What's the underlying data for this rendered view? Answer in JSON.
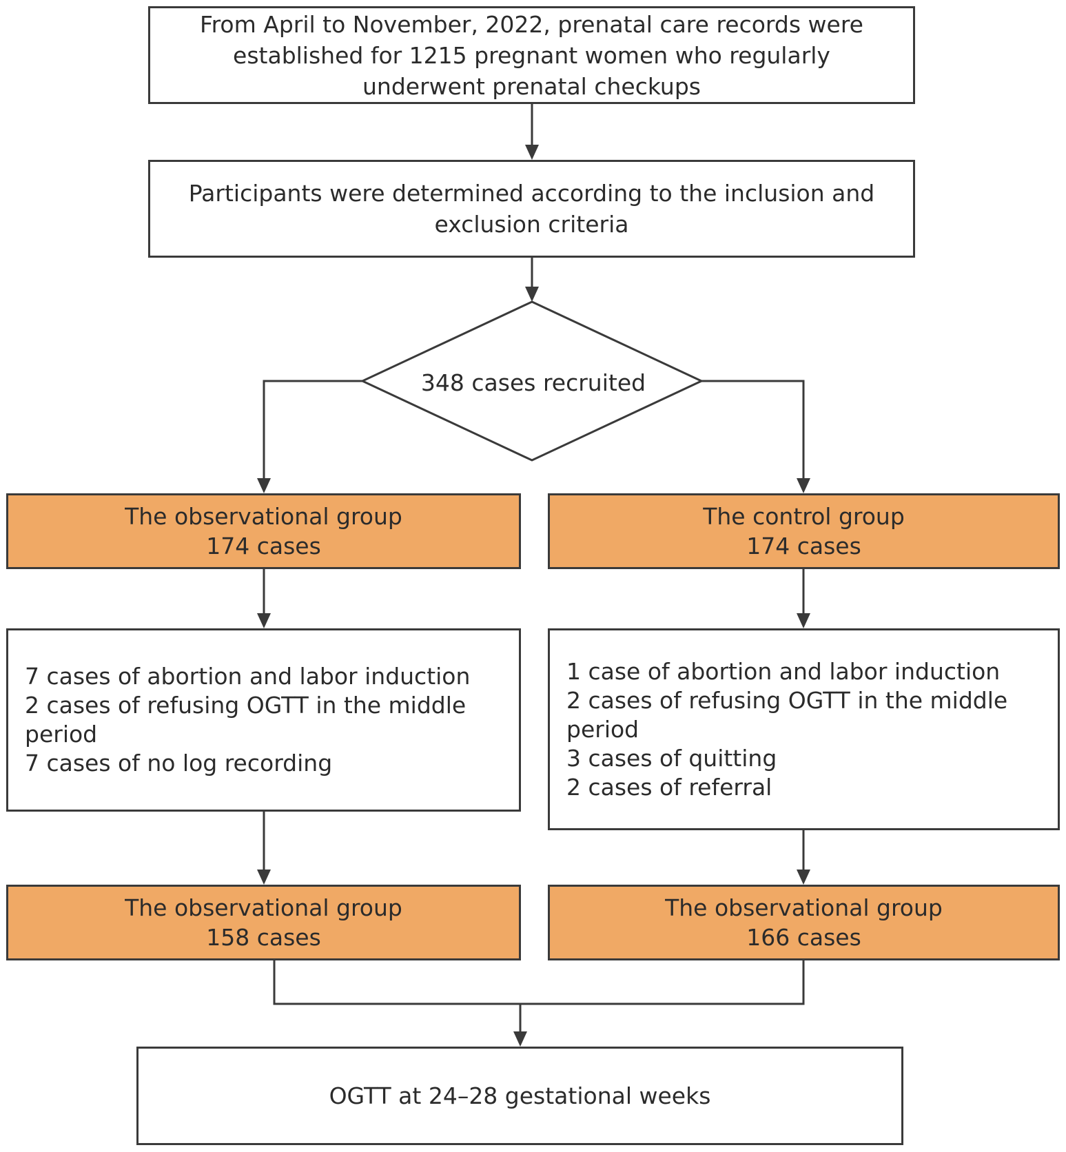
{
  "flowchart": {
    "start_box": {
      "lines": [
        "From April to November, 2022, prenatal care records were",
        "established for 1215 pregnant women who regularly",
        "underwent prenatal checkups"
      ]
    },
    "criteria_box": {
      "lines": [
        "Participants were determined according to the inclusion and",
        "exclusion criteria"
      ]
    },
    "decision": {
      "label": "348 cases recruited"
    },
    "left_group": {
      "title": "The observational group",
      "count": "174 cases"
    },
    "right_group": {
      "title": "The control group",
      "count": "174 cases"
    },
    "left_exclusions": {
      "items": [
        "7 cases of abortion and labor induction",
        "2 cases of refusing OGTT in the middle period",
        "7 cases of no log recording"
      ]
    },
    "right_exclusions": {
      "items": [
        "1 case of abortion and labor induction",
        "2 cases of refusing OGTT in the middle period",
        "3 cases of quitting",
        "2 cases of referral"
      ]
    },
    "left_final": {
      "title": "The observational group",
      "count": "158 cases"
    },
    "right_final": {
      "title": "The observational group",
      "count": "166 cases"
    },
    "end_box": {
      "label": "OGTT at 24–28 gestational weeks"
    },
    "colors": {
      "group_fill": "#f0a965",
      "stroke": "#3a3a3a"
    }
  }
}
